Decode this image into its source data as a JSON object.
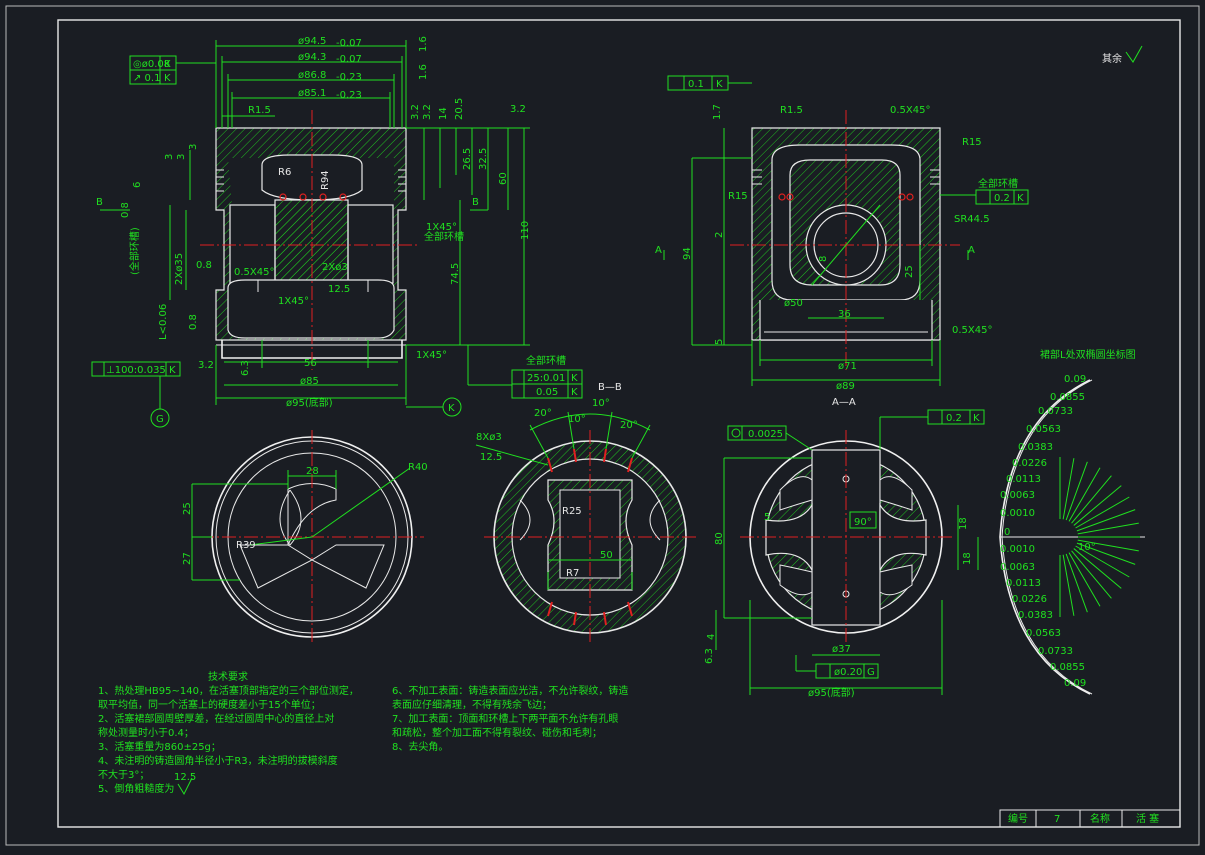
{
  "dims_left": {
    "d1": "ø94.5",
    "d1_tol": "-0.07",
    "d2": "ø94.3",
    "d2_tol": "-0.07",
    "d3": "ø86.8",
    "d3_tol": "-0.23",
    "d4": "ø85.1",
    "d4_tol": "-0.23",
    "r15": "R1.5",
    "r6": "R6",
    "r94": "R94",
    "pos": "◎ø0.08",
    "pos_k": "K",
    "run": "↗ 0.1",
    "run_k": "K",
    "rough16a": "1.6",
    "rough16b": "1.6",
    "rough32a": "3.2",
    "rough32b": "3.2",
    "ring1": "3",
    "ring2": "3",
    "ring3": "3",
    "ring4": "6",
    "h14": "14",
    "h205": "20.5",
    "h265": "26.5",
    "h325": "32.5",
    "h60": "60",
    "h110": "110",
    "h745": "74.5",
    "chamfer1": "1X45°",
    "chamfer2": "0.5X45°",
    "chamfer3": "1X45°",
    "chamfer4": "1X45°",
    "hole": "2Xø3",
    "h125": "12.5",
    "w56": "56",
    "w85": "ø85",
    "w95": "ø95(底部)",
    "b_label": "B",
    "b_label2": "B",
    "r08a": "0.8",
    "r08b": "0.8",
    "r08c": "0.8",
    "side1": "(全部环槽)",
    "side2": "2Xø35",
    "side3": "L<0.06",
    "perp": "⊥100:0.035",
    "perp_k": "K",
    "allring": "全部环槽",
    "allring2": "全部环槽",
    "tol1": "25:0.01",
    "tol1_k": "K",
    "tol2": "0.05",
    "tol2_k": "K",
    "g_label": "G",
    "k_label": "K",
    "r32": "3.2",
    "r63": "6.3",
    "r32c": "3.2"
  },
  "dims_right": {
    "run": "0.1",
    "run_k": "K",
    "r15": "R1.5",
    "chamfer": "0.5X45°",
    "r15b": "R15",
    "r15c": "R15",
    "flat": "0.2",
    "flat_k": "K",
    "sr": "SR44.5",
    "h94": "94",
    "h2": "2",
    "h8": "8",
    "h25": "25",
    "h5": "5",
    "h17": "1.7",
    "d50": "ø50",
    "w36": "36",
    "d71": "ø71",
    "d89": "ø89",
    "chamfer2": "0.5X45°",
    "sec_a1": "A",
    "sec_a2": "A",
    "title": "A—A",
    "rest": "其余"
  },
  "bottom_left": {
    "w28": "28",
    "h25": "25",
    "h27": "27",
    "r40": "R40",
    "r39": "R39"
  },
  "bottom_mid": {
    "title": "B—B",
    "a20a": "20°",
    "a10": "10°",
    "a20b": "20°",
    "a10b": "10°",
    "holes": "8Xø3",
    "h125": "12.5",
    "r25": "R25",
    "w50": "50",
    "r7": "R7"
  },
  "bottom_right": {
    "round": "0.0025",
    "flat": "0.2",
    "flat_k": "K",
    "a90": "90°",
    "h18a": "18",
    "h18b": "18",
    "h80": "80",
    "h4": "4",
    "r5": "5",
    "d37": "ø37",
    "pos": "ø0.20",
    "pos_g": "G",
    "d95": "ø95(底部)",
    "r63": "6.3"
  },
  "ellipse_chart": {
    "title": "裙部L处双椭圆坐标图",
    "top": [
      "0.09",
      "0.0855",
      "0.0733",
      "0.0563",
      "0.0383",
      "0.0226",
      "0.0113",
      "0.0063",
      "0.0010",
      "0"
    ],
    "bottom": [
      "0.0010",
      "0.0063",
      "0.0113",
      "0.0226",
      "0.0383",
      "0.0563",
      "0.0733",
      "0.0855",
      "0.09"
    ],
    "angle": "10°"
  },
  "notes": {
    "title": "技术要求",
    "left": [
      "1、热处理HB95~140，在活塞顶部指定的三个部位测定，",
      "   取平均值，同一个活塞上的硬度差小于15个单位；",
      "2、活塞裙部圆周壁厚差，在经过圆周中心的直径上对",
      "   称处测量时小于0.4；",
      "3、活塞重量为860±25g；",
      "4、未注明的铸造圆角半径小于R3，未注明的拔模斜度",
      "   不大于3°；",
      "5、倒角粗糙度为"
    ],
    "right": [
      "6、不加工表面：铸造表面应光洁，不允许裂纹，铸造",
      "   表面应仔细清理，不得有残余飞边；",
      "7、加工表面：顶面和环槽上下两平面不允许有孔眼",
      "   和疏松，整个加工面不得有裂纹、碰伤和毛刺；",
      "8、去尖角。"
    ],
    "rough": "12.5"
  },
  "title_block": {
    "no_label": "编号",
    "no_value": "7",
    "name_label": "名称",
    "name_value": "活 塞"
  },
  "colors": {
    "background": "#1a1d23",
    "dim": "#20e020",
    "outline": "#e8e8e8",
    "center": "#e02020"
  }
}
